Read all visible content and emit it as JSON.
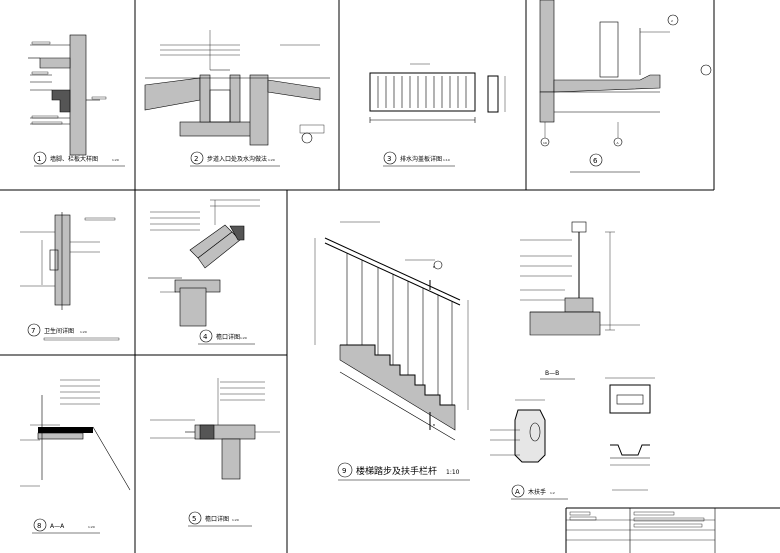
{
  "sheet": {
    "details": [
      {
        "num": "1",
        "title": "墙脚、栏板大样图",
        "scale": "1:20"
      },
      {
        "num": "2",
        "title": "步道入口处及水沟做法",
        "scale": "1:20"
      },
      {
        "num": "3",
        "title": "排水沟盖板详图",
        "scale": "1:10"
      },
      {
        "num": "4",
        "title": "檐口详图",
        "scale": "1:20"
      },
      {
        "num": "5",
        "title": "檐口详图",
        "scale": "1:20"
      },
      {
        "num": "7",
        "title": "卫生间详图",
        "scale": "1:20"
      },
      {
        "num": "8",
        "title": "A—A",
        "scale": "1:20"
      },
      {
        "num": "9",
        "title": "楼梯踏步及扶手栏杆",
        "scale": "1:10"
      },
      {
        "num": "A",
        "title": "木扶手",
        "scale": "1:2"
      }
    ],
    "section_label": "B—B",
    "cut_mark": "B",
    "axis_labels": [
      "19",
      "A",
      "2"
    ]
  }
}
